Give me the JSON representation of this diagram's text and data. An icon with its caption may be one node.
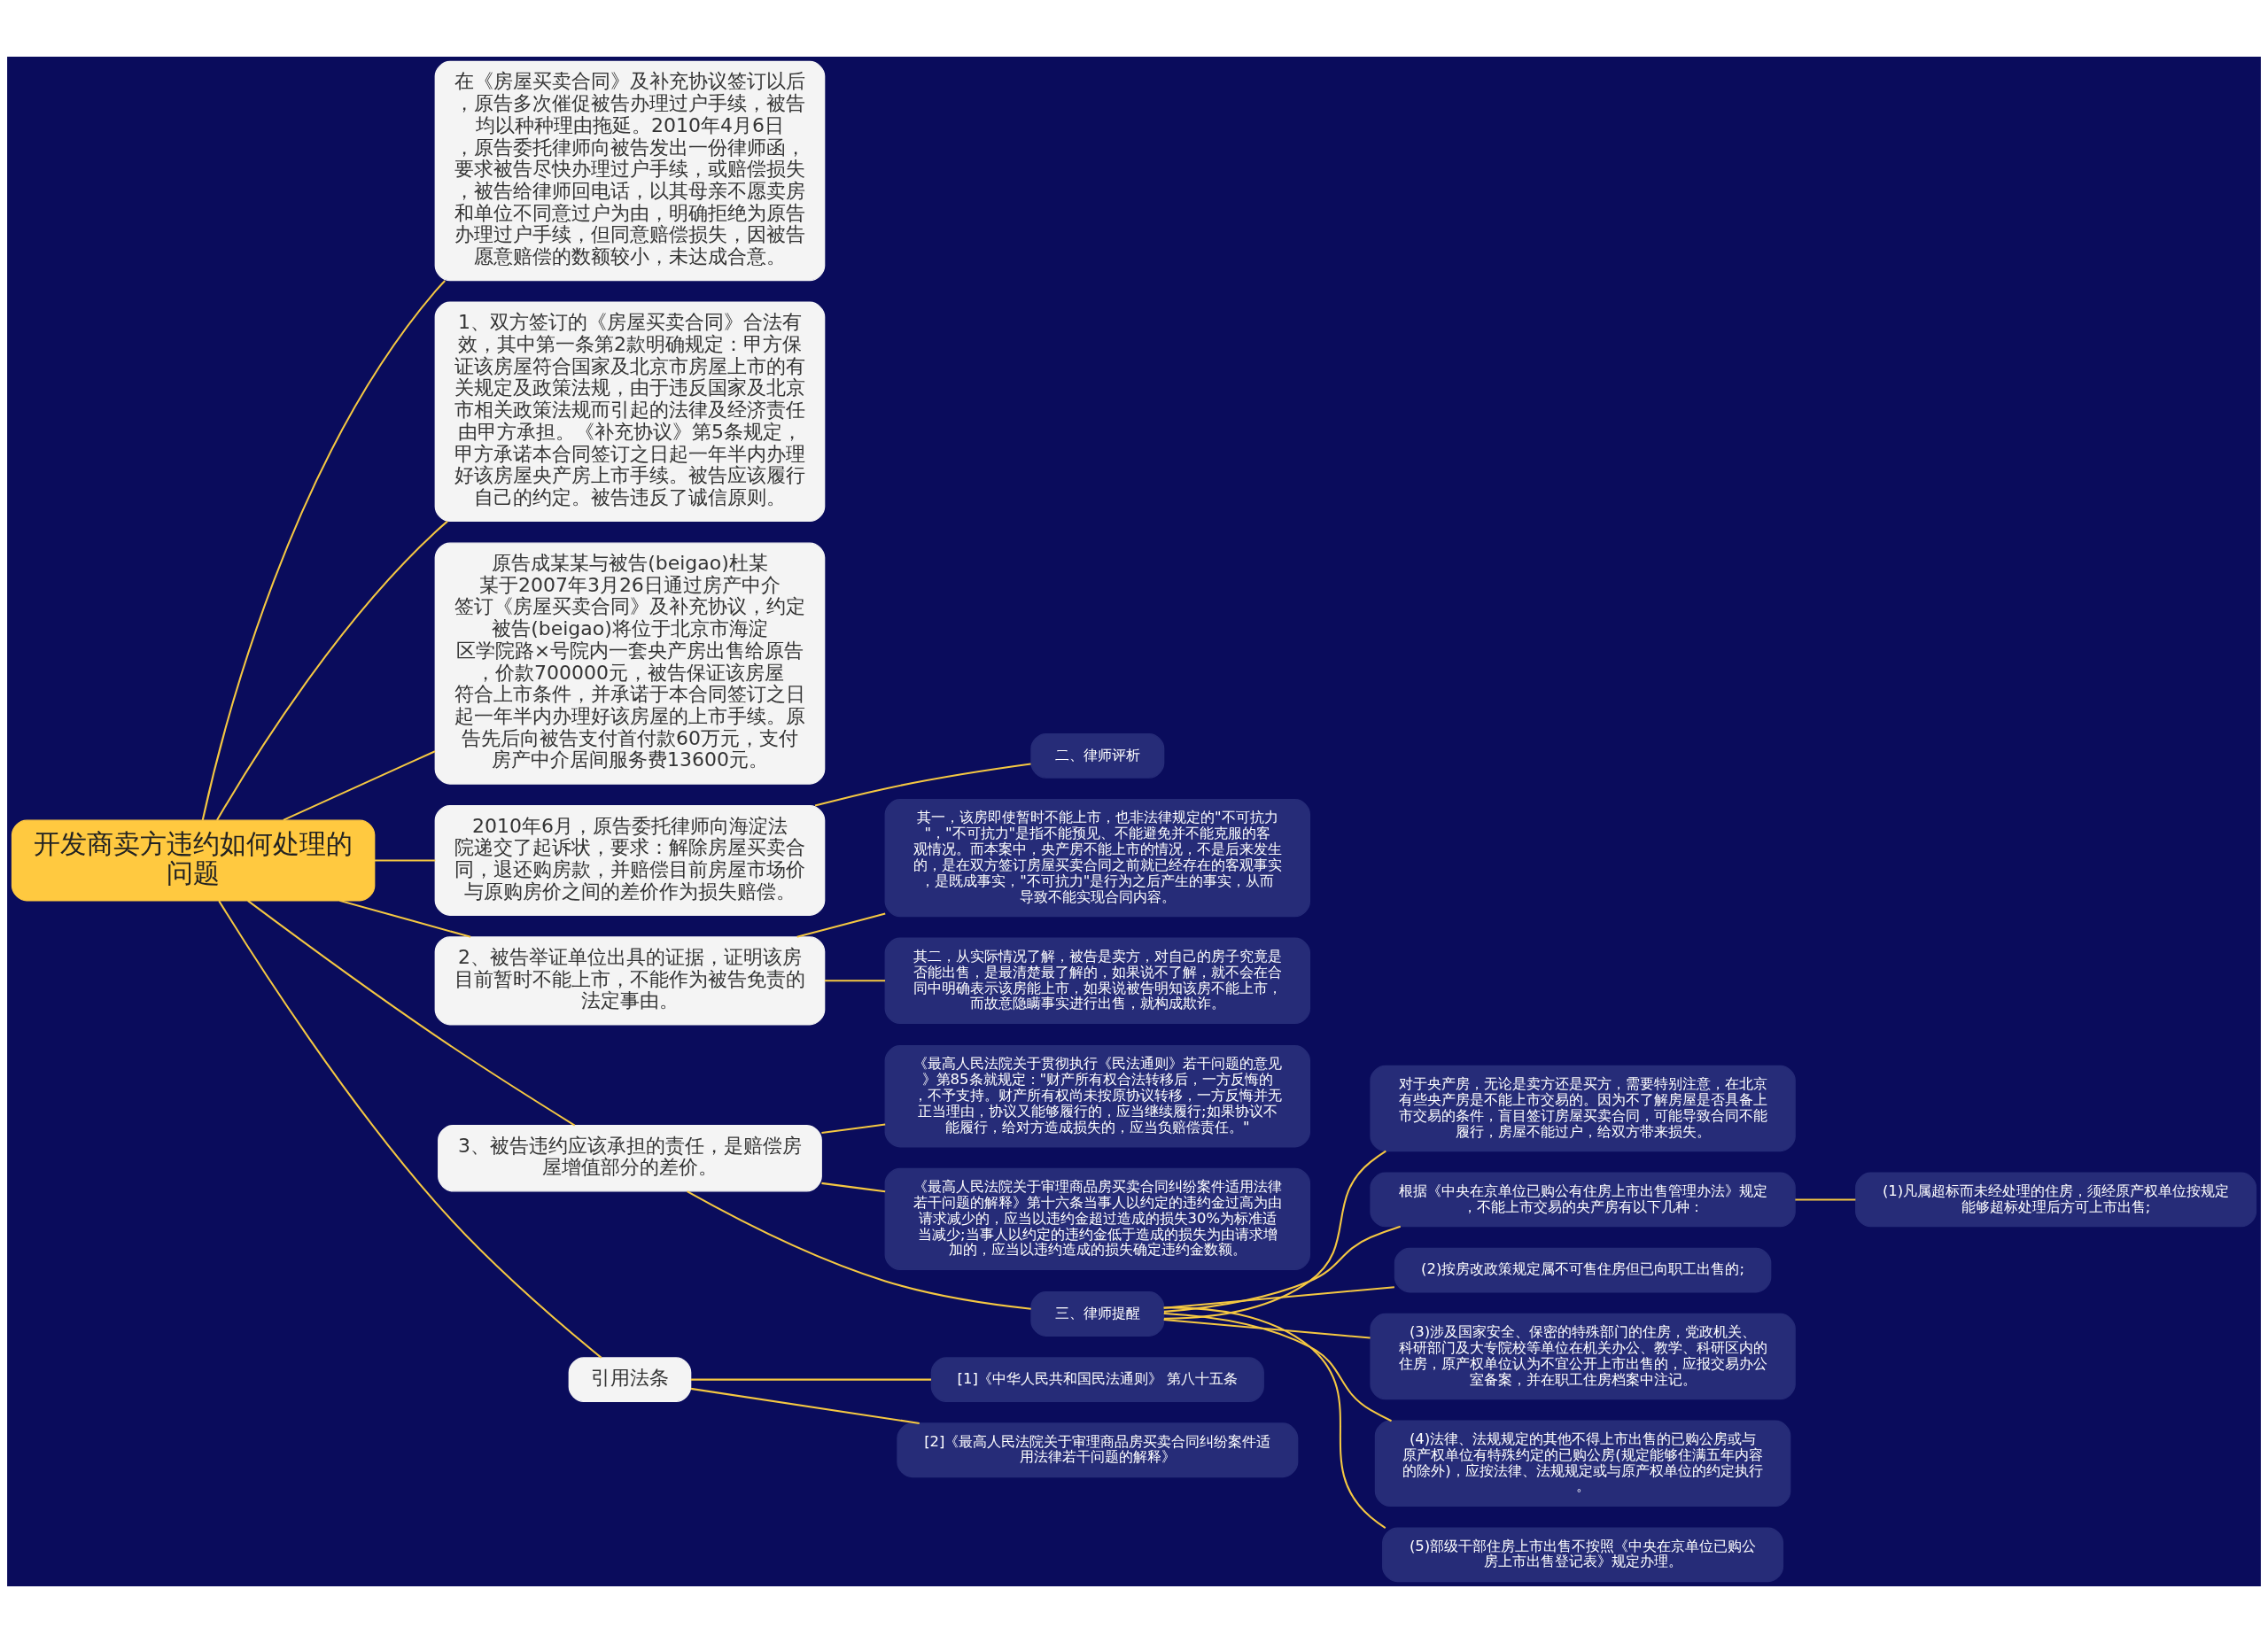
{
  "diagram": {
    "nodes": [
      {
        "text": [
          "开发商卖方违约如何处理的问题"
        ]
      },
      {
        "text": [
          "在《房屋买卖合同》及补充协议签订以后，原告多次催促被告办理过户手续，被告均以种种理由拖延。2010年4月6日，原告委托律师向被告发出一份律师函，要求被告尽快办理过户手续，或赔偿损失，被告给律师回电话，以其母亲不愿卖房和单位不同意过户为由，明确拒绝为原告办理过户手续，但同意赔偿损失，因被告愿意赔偿的数额较小，未达成合意。"
        ]
      },
      {
        "text": [
          "1、双方签订的《房屋买卖合同》合法有效，其中第一条第2款明确规定：甲方保证该房屋符合国家及北京市房屋上市的有关规定及政策法规，由于违反国家及北京市相关政策法规而引起的法律及经济责任由甲方承担。《补充协议》第5条规定，甲方承诺本合同签订之日起一年半内办理好该房屋央产房上市手续。被告应该履行自己的约定。被告违反了诚信原则。"
        ]
      },
      {
        "text": [
          "原告成某某与被告(beigao)杜某某于2007年3月26日通过房产中介签订《房屋买卖合同》及补充协议，约定被告(beigao)将位于北京市海淀区学院路×号院内一套央产房出售给原告，价款700000元，被告保证该房屋符合上市条件，并承诺于本合同签订之日起一年半内办理好该房屋的上市手续。原告先后向被告支付首付款60万元，支付房产中介居间服务费13600元。"
        ]
      },
      {
        "text": [
          "2010年6月，原告委托律师向海淀法院递交了起诉状，要求：解除房屋买卖合同，退还购房款，并赔偿目前房屋市场价与原购房价之间的差价作为损失赔偿。"
        ]
      },
      {
        "text": [
          "二、律师评析"
        ]
      },
      {
        "text": [
          "2、被告举证单位出具的证据，证明该房目前暂时不能上市，不能作为被告免责的法定事由。"
        ]
      },
      {
        "text": [
          "其一，该房即使暂时不能上市，也非法律规定的\"不可抗力\"，\"不可抗力\"是指不能预见、不能避免并不能克服的客观情况。而本案中，央产房不能上市的情况，不是后来发生的，是在双方签订房屋买卖合同之前就已经存在的客观事实，是既成事实，\"不可抗力\"是行为之后产生的事实，从而导致不能实现合同内容。"
        ]
      },
      {
        "text": [
          "其二，从实际情况了解，被告是卖方，对自己的房子究竟是否能出售，是最清楚最了解的，如果说不了解，就不会在合同中明确表示该房能上市，如果说被告明知该房不能上市，而故意隐瞒事实进行出售，就构成欺诈。"
        ]
      },
      {
        "text": [
          "3、被告违约应该承担的责任，是赔偿房屋增值部分的差价。"
        ]
      },
      {
        "text": [
          "《最高人民法院关于贯彻执行《民法通则》若干问题的意见》第85条就规定：\"财产所有权合法转移后，一方反悔的，不予支持。财产所有权尚未按原协议转移，一方反悔并无正当理由，协议又能够履行的，应当继续履行;如果协议不能履行，给对方造成损失的，应当负赔偿责任。\""
        ]
      },
      {
        "text": [
          "《最高人民法院关于审理商品房买卖合同纠纷案件适用法律若干问题的解释》第十六条当事人以约定的违约金过高为由请求减少的，应当以违约金超过造成的损失30%为标准适当减少;当事人以约定的违约金低于造成的损失为由请求增加的，应当以违约造成的损失确定违约金数额。"
        ]
      },
      {
        "text": [
          "三、律师提醒"
        ]
      },
      {
        "text": [
          "对于央产房，无论是卖方还是买方，需要特别注意，在北京有些央产房是不能上市交易的。因为不了解房屋是否具备上市交易的条件，盲目签订房屋买卖合同，可能导致合同不能履行，房屋不能过户，给双方带来损失。"
        ]
      },
      {
        "text": [
          "根据《中央在京单位已购公有住房上市出售管理办法》规定，不能上市交易的央产房有以下几种："
        ]
      },
      {
        "text": [
          "(1)凡属超标而未经处理的住房，须经原产权单位按规定能够超标处理后方可上市出售;"
        ]
      },
      {
        "text": [
          "(2)按房改政策规定属不可售住房但已向职工出售的;"
        ]
      },
      {
        "text": [
          "(3)涉及国家安全、保密的特殊部门的住房，党政机关、科研部门及大专院校等单位在机关办公、教学、科研区内的住房，原产权单位认为不宜公开上市出售的，应报交易办公室备案，并在职工住房档案中注记。"
        ]
      },
      {
        "text": [
          "(4)法律、法规规定的其他不得上市出售的已购公房或与原产权单位有特殊约定的已购公房(规定能够住满五年内容的除外)，应按法律、法规规定或与原产权单位的约定执行。"
        ]
      },
      {
        "text": [
          "(5)部级干部住房上市出售不按照《中央在京单位已购公房上市出售登记表》规定办理。"
        ]
      },
      {
        "text": [
          "引用法条"
        ]
      },
      {
        "text": [
          "[1]《中华人民共和国民法通则》 第八十五条"
        ]
      },
      {
        "text": [
          "[2]《最高人民法院关于审理商品房买卖合同纠纷案件适用法律若干问题的解释》"
        ]
      }
    ],
    "edges": [
      {
        "from": 0,
        "to": 1,
        "arrow": "none"
      },
      {
        "from": 0,
        "to": 2,
        "arrow": "none"
      },
      {
        "from": 0,
        "to": 3,
        "arrow": "none"
      },
      {
        "from": 0,
        "to": 4,
        "arrow": "none"
      },
      {
        "from": 4,
        "to": 5,
        "arrow": "none"
      },
      {
        "from": 0,
        "to": 6,
        "arrow": "none"
      },
      {
        "from": 6,
        "to": 7,
        "arrow": "none"
      },
      {
        "from": 6,
        "to": 8,
        "arrow": "none"
      },
      {
        "from": 0,
        "to": 9,
        "arrow": "none"
      },
      {
        "from": 9,
        "to": 10,
        "arrow": "none"
      },
      {
        "from": 9,
        "to": 11,
        "arrow": "none"
      },
      {
        "from": 9,
        "to": 12,
        "arrow": "none"
      },
      {
        "from": 12,
        "to": 13,
        "arrow": "none"
      },
      {
        "from": 12,
        "to": 14,
        "arrow": "none"
      },
      {
        "from": 14,
        "to": 15,
        "arrow": "none"
      },
      {
        "from": 12,
        "to": 16,
        "arrow": "none"
      },
      {
        "from": 12,
        "to": 17,
        "arrow": "none"
      },
      {
        "from": 12,
        "to": 18,
        "arrow": "none"
      },
      {
        "from": 12,
        "to": 19,
        "arrow": "none"
      },
      {
        "from": 0,
        "to": 20,
        "arrow": "none"
      },
      {
        "from": 20,
        "to": 21,
        "arrow": "none"
      },
      {
        "from": 20,
        "to": 22,
        "arrow": "none"
      }
    ]
  }
}
